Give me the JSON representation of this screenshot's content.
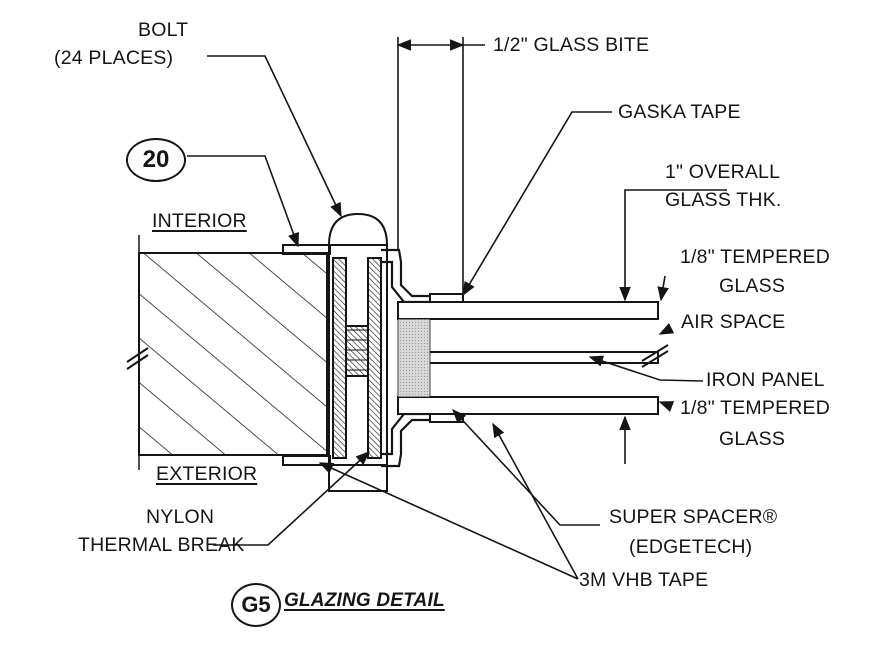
{
  "labels": {
    "bolt": "BOLT",
    "bolt_places": "(24 PLACES)",
    "glass_bite": "1/2\" GLASS BITE",
    "gaska_tape": "GASKA TAPE",
    "overall_1": "1\" OVERALL",
    "overall_2": "GLASS THK.",
    "tempered_top_1": "1/8\" TEMPERED",
    "tempered_top_2": "GLASS",
    "air_space": "AIR SPACE",
    "iron_panel": "IRON PANEL",
    "tempered_bot_1": "1/8\" TEMPERED",
    "tempered_bot_2": "GLASS",
    "interior": "INTERIOR",
    "exterior": "EXTERIOR",
    "nylon_1": "NYLON",
    "nylon_2": "THERMAL BREAK",
    "super_spacer_1": "SUPER SPACER®",
    "super_spacer_2": "(EDGETECH)",
    "vhb_tape": "3M VHB TAPE",
    "callout_number": "20",
    "detail_tag": "G5",
    "detail_title": "GLAZING DETAIL"
  }
}
